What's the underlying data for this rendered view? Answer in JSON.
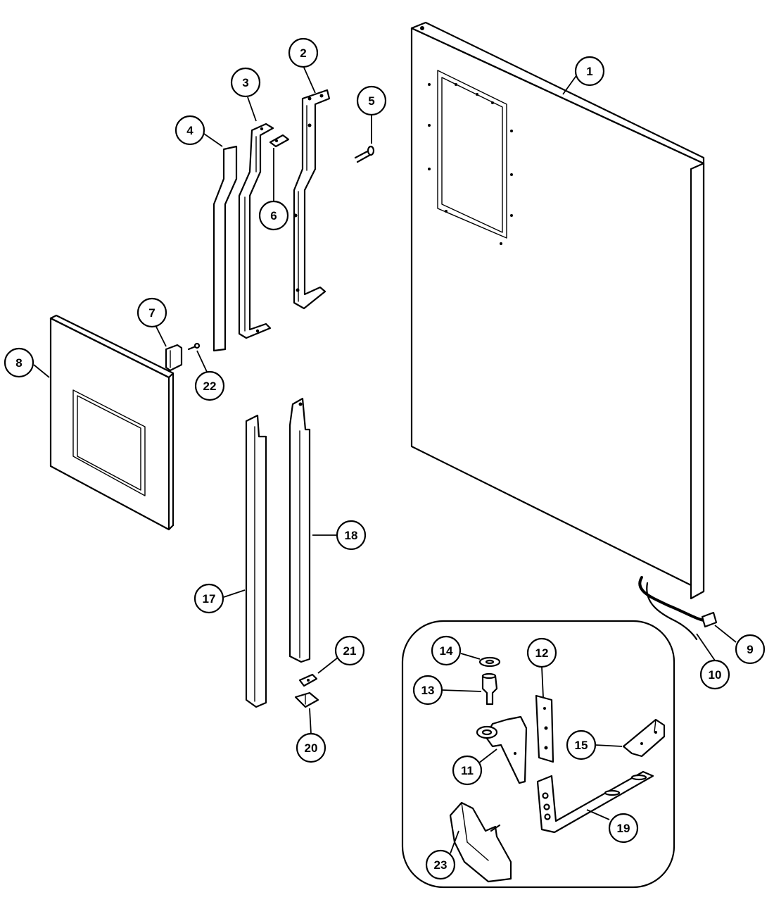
{
  "callouts": [
    {
      "id": "1",
      "label": "1"
    },
    {
      "id": "2",
      "label": "2"
    },
    {
      "id": "3",
      "label": "3"
    },
    {
      "id": "4",
      "label": "4"
    },
    {
      "id": "5",
      "label": "5"
    },
    {
      "id": "6",
      "label": "6"
    },
    {
      "id": "7",
      "label": "7"
    },
    {
      "id": "8",
      "label": "8"
    },
    {
      "id": "9",
      "label": "9"
    },
    {
      "id": "10",
      "label": "10"
    },
    {
      "id": "11",
      "label": "11"
    },
    {
      "id": "12",
      "label": "12"
    },
    {
      "id": "13",
      "label": "13"
    },
    {
      "id": "14",
      "label": "14"
    },
    {
      "id": "15",
      "label": "15"
    },
    {
      "id": "17",
      "label": "17"
    },
    {
      "id": "18",
      "label": "18"
    },
    {
      "id": "19",
      "label": "19"
    },
    {
      "id": "20",
      "label": "20"
    },
    {
      "id": "21",
      "label": "21"
    },
    {
      "id": "22",
      "label": "22"
    },
    {
      "id": "23",
      "label": "23"
    }
  ],
  "colors": {
    "line": "#000000",
    "background": "#ffffff"
  }
}
